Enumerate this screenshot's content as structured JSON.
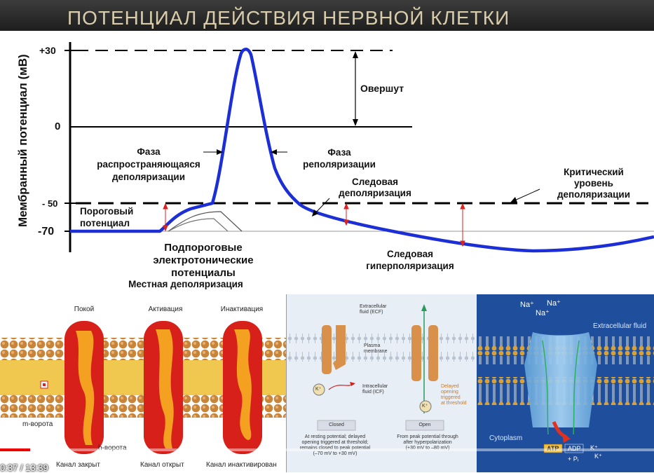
{
  "title": "ПОТЕНЦИАЛ ДЕЙСТВИЯ НЕРВНОЙ КЛЕТКИ",
  "graph": {
    "ylabel": "Мембранный потенциал (мВ)",
    "ticks": [
      "+30",
      "0",
      "- 50",
      "-70"
    ],
    "overshoot": "Овершут",
    "depol_phase": [
      "Фаза",
      "распространяющаяся",
      "деполяризации"
    ],
    "repol_phase": [
      "Фаза",
      "реполяризации"
    ],
    "trace_depol": [
      "Следовая",
      "деполяризация"
    ],
    "critical": [
      "Критический",
      "уровень",
      "деполяризации"
    ],
    "threshold": [
      "Пороговый",
      "потенциал"
    ],
    "subthreshold": [
      "Подпороговые",
      "электротонические",
      "потенциалы"
    ],
    "local": "Местная деполяризация",
    "trace_hyper": [
      "Следовая",
      "гиперполяризация"
    ]
  },
  "panel1": {
    "states": [
      "Покой",
      "Активация",
      "Инактивация"
    ],
    "m_gate": "m-ворота",
    "h_gate": "h-ворота",
    "captions": [
      "Канал закрыт",
      "Канал открыт",
      "Канал инактивирован"
    ]
  },
  "panel2": {
    "ecf": [
      "Extracellular",
      "fluid (ECF)"
    ],
    "membrane": [
      "Plasma",
      "membrane"
    ],
    "icf": [
      "Intracellular",
      "fluid (ICF)"
    ],
    "ion": "K⁺",
    "delayed": [
      "Delayed",
      "opening",
      "triggered",
      "at threshold"
    ],
    "closed": "Closed",
    "open": "Open",
    "closed_desc": [
      "At resting potential; delayed",
      "opening triggered at threshold;",
      "remains closed to peak potential",
      "(–70 mV to +30 mV)"
    ],
    "open_desc": [
      "From peak potential through",
      "after hyperpolarization",
      "(+30 mV to –80 mV)"
    ]
  },
  "panel3": {
    "na": [
      "Na⁺",
      "Na⁺",
      "Na⁺"
    ],
    "ecf": "Extracellular fluid",
    "cytoplasm": "Cytoplasm",
    "atp": "ATP",
    "adp": "ADP",
    "pi": "+ Pᵢ",
    "k": [
      "K⁺",
      "K⁺"
    ]
  },
  "player": {
    "time": "0:37 / 13:39",
    "progress": 0.046
  },
  "chart_data": {
    "type": "line",
    "ylabel": "Мембранный потенциал (мВ)",
    "yticks": [
      30,
      0,
      -50,
      -70
    ],
    "ylim": [
      -80,
      32
    ],
    "series": [
      {
        "x": [
          0,
          2.6,
          3.2,
          4.1,
          4.6,
          5.1,
          5.5,
          6.0,
          6.4,
          7.1,
          8.0,
          10.0,
          12.0,
          14.0,
          16.0,
          18.0
        ],
        "y": [
          -70,
          -70,
          -63,
          -55,
          -50,
          -10,
          25,
          28,
          0,
          -30,
          -50,
          -58,
          -65,
          -72,
          -78,
          -74
        ]
      }
    ],
    "reference_lines": [
      30,
      0,
      -50
    ]
  }
}
